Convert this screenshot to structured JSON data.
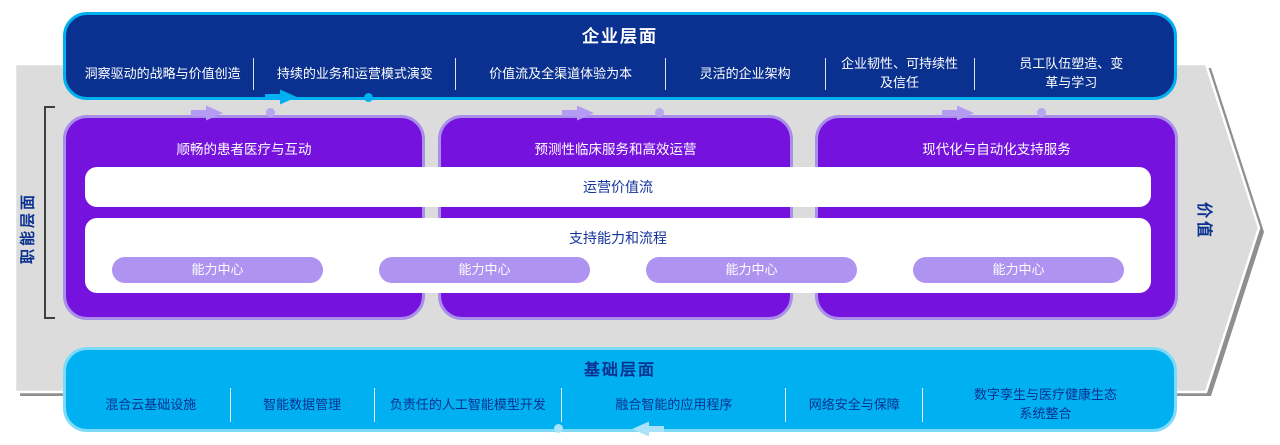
{
  "palette": {
    "navy": "#0A3190",
    "cyan": "#00B0F0",
    "cyan_border": "#7EDBF8",
    "purple": "#7512DE",
    "purple_border": "#A98EEA",
    "pill_purple": "#AE93F0",
    "connector_purple": "#B49CF2",
    "connector_pale_blue": "#A9E2F9",
    "gray_banner": "#DCDCDC",
    "text_navy": "#16349C"
  },
  "enterprise_bar": {
    "title": "企业层面",
    "items": [
      "洞察驱动的战略与价值创造",
      "持续的业务和运营模式演变",
      "价值流及全渠道体验为本",
      "灵活的企业架构",
      "企业韧性、可持续性\n及信任",
      "员工队伍塑造、变\n革与学习"
    ]
  },
  "functional_section": {
    "side_label": "职能层面",
    "boxes": [
      "顺畅的患者医疗与互动",
      "预测性临床服务和高效运营",
      "现代化与自动化支持服务"
    ],
    "value_stream_label": "运营价值流",
    "capabilities_label": "支持能力和流程",
    "pills": [
      "能力中心",
      "能力中心",
      "能力中心",
      "能力中心"
    ]
  },
  "foundation_bar": {
    "title": "基础层面",
    "items": [
      "混合云基础设施",
      "智能数据管理",
      "负责任的人工智能模型开发",
      "融合智能的应用程序",
      "网络安全与保障",
      "数字孪生与医疗健康生态\n系统整合"
    ]
  },
  "value_arrow_label": "价值"
}
